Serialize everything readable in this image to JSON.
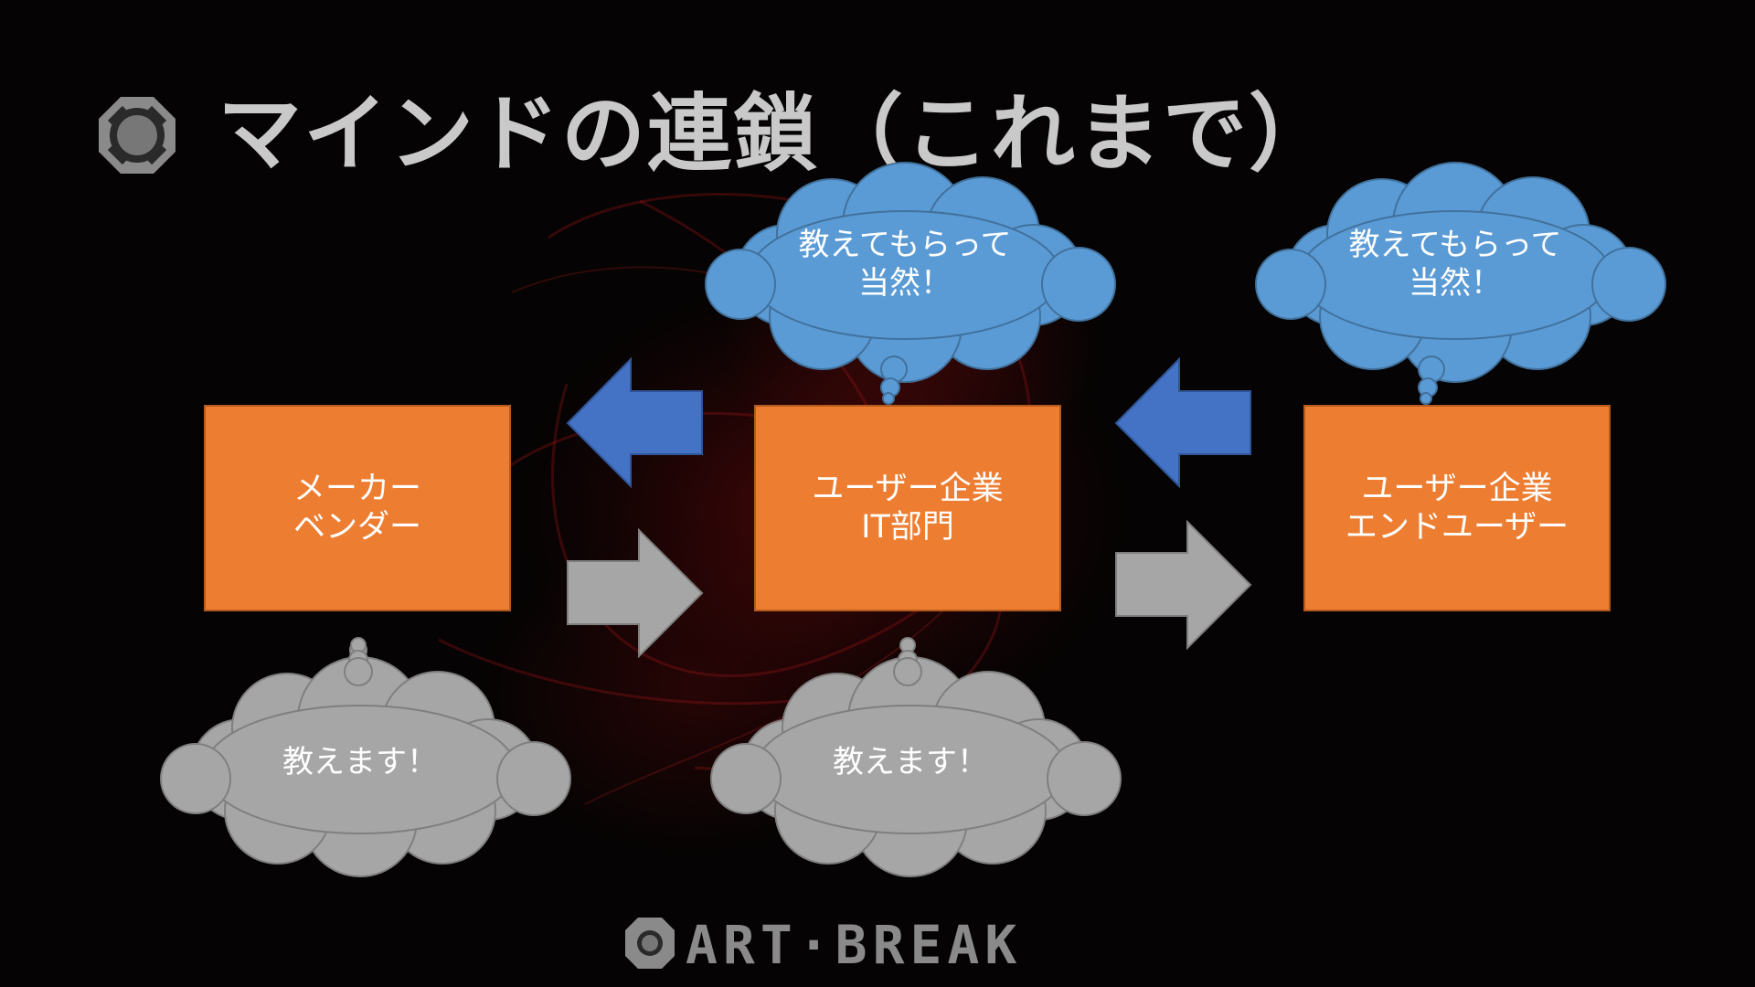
{
  "slide": {
    "title": "マインドの連鎖（これまで）",
    "logo_text": "ART·BREAK"
  },
  "boxes": [
    {
      "line1": "メーカー",
      "line2": "ベンダー"
    },
    {
      "line1": "ユーザー企業",
      "line2": "IT部門"
    },
    {
      "line1": "ユーザー企業",
      "line2": "エンドユーザー"
    }
  ],
  "clouds_top": [
    {
      "line1": "教えてもらって",
      "line2": "当然！"
    },
    {
      "line1": "教えてもらって",
      "line2": "当然！"
    }
  ],
  "clouds_bottom": [
    {
      "text": "教えます！"
    },
    {
      "text": "教えます！"
    }
  ],
  "colors": {
    "box": "#ed7d31",
    "blue_cloud": "#5b9bd5",
    "blue_arrow": "#4472c4",
    "gray": "#a6a6a6",
    "title": "#c9c9c9",
    "background": "#050303"
  }
}
